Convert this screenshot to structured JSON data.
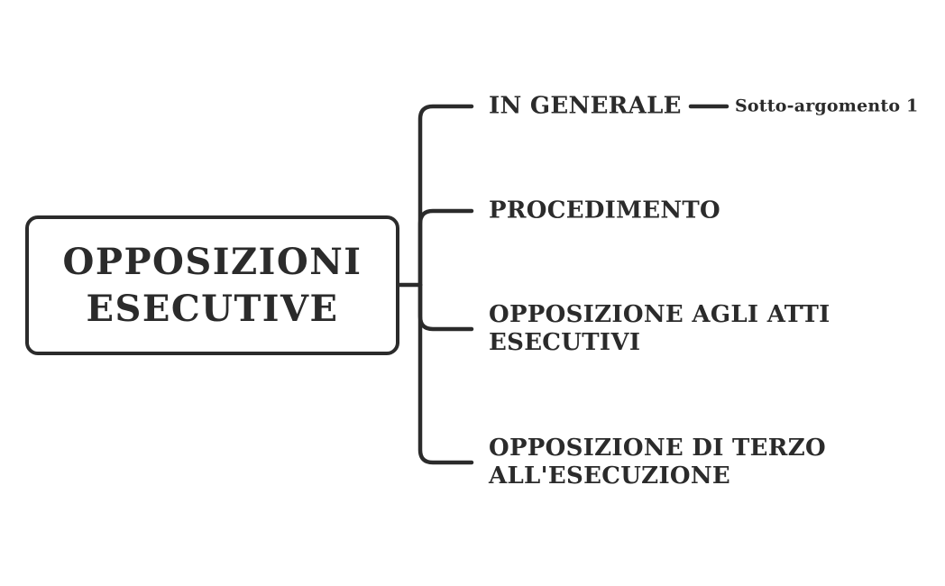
{
  "colors": {
    "line": "#2b2b2b",
    "text": "#2b2b2b",
    "background": "#ffffff"
  },
  "mindmap": {
    "root": {
      "label": "OPPOSIZIONI ESECUTIVE"
    },
    "branches": [
      {
        "label": "IN GENERALE",
        "children": [
          {
            "label": "Sotto-argomento 1"
          }
        ]
      },
      {
        "label": "PROCEDIMENTO",
        "children": []
      },
      {
        "label": "OPPOSIZIONE AGLI ATTI ESECUTIVI",
        "children": []
      },
      {
        "label": "OPPOSIZIONE DI TERZO ALL'ESECUZIONE",
        "children": []
      }
    ]
  }
}
